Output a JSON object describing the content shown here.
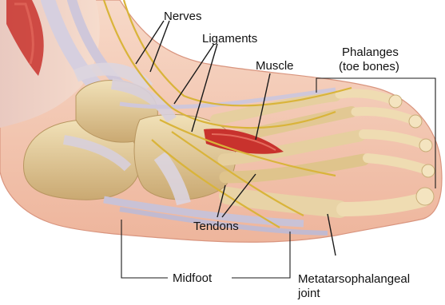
{
  "labels": {
    "nerves": "Nerves",
    "ligaments": "Ligaments",
    "muscle": "Muscle",
    "phalanges_line1": "Phalanges",
    "phalanges_line2": "(toe bones)",
    "tendons": "Tendons",
    "midfoot": "Midfoot",
    "mtp_line1": "Metatarsophalangeal",
    "mtp_line2": "joint"
  },
  "colors": {
    "skin": "#f3c9b4",
    "skin_edge": "#d9957f",
    "bone": "#e7d2a4",
    "bone_shade": "#c9ad78",
    "ligament": "#ddd6df",
    "tendon": "#c9c2d6",
    "nerve": "#d9b43a",
    "muscle": "#c8322d",
    "leader": "#1a1a1a"
  }
}
